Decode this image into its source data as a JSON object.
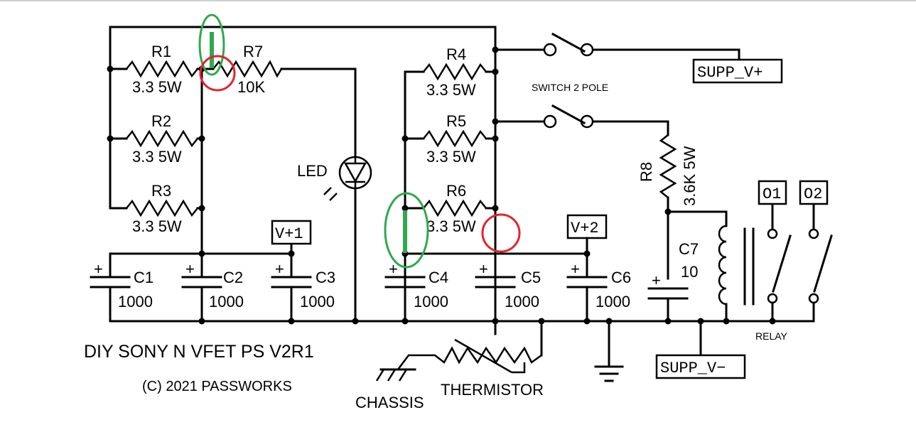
{
  "title": "DIY SONY N VFET PS V2R1",
  "copyright": "(C) 2021 PASSWORKS",
  "resistors": [
    {
      "ref": "R1",
      "value": "3.3 5W"
    },
    {
      "ref": "R2",
      "value": "3.3 5W"
    },
    {
      "ref": "R3",
      "value": "3.3 5W"
    },
    {
      "ref": "R4",
      "value": "3.3 5W"
    },
    {
      "ref": "R5",
      "value": "3.3 5W"
    },
    {
      "ref": "R6",
      "value": "3.3 5W"
    },
    {
      "ref": "R7",
      "value": "10K"
    },
    {
      "ref": "R8",
      "value": "3.6K 5W"
    }
  ],
  "capacitors": [
    {
      "ref": "C1",
      "value": "1000"
    },
    {
      "ref": "C2",
      "value": "1000"
    },
    {
      "ref": "C3",
      "value": "1000"
    },
    {
      "ref": "C4",
      "value": "1000"
    },
    {
      "ref": "C5",
      "value": "1000"
    },
    {
      "ref": "C6",
      "value": "1000"
    },
    {
      "ref": "C7",
      "value": "10"
    }
  ],
  "polarity_mark": "+",
  "led_label": "LED",
  "switch_label": "SWITCH 2 POLE",
  "relay_label": "RELAY",
  "thermistor_label": "THERMISTOR",
  "chassis_label": "CHASSIS",
  "ports": {
    "supp_vplus": "SUPP_V+",
    "supp_vminus": "SUPP_V−",
    "vplus1": "V+1",
    "vplus2": "V+2",
    "o1": "O1",
    "o2": "O2"
  },
  "annotation_colors": {
    "green": "#2fa84f",
    "red": "#e0262b"
  }
}
